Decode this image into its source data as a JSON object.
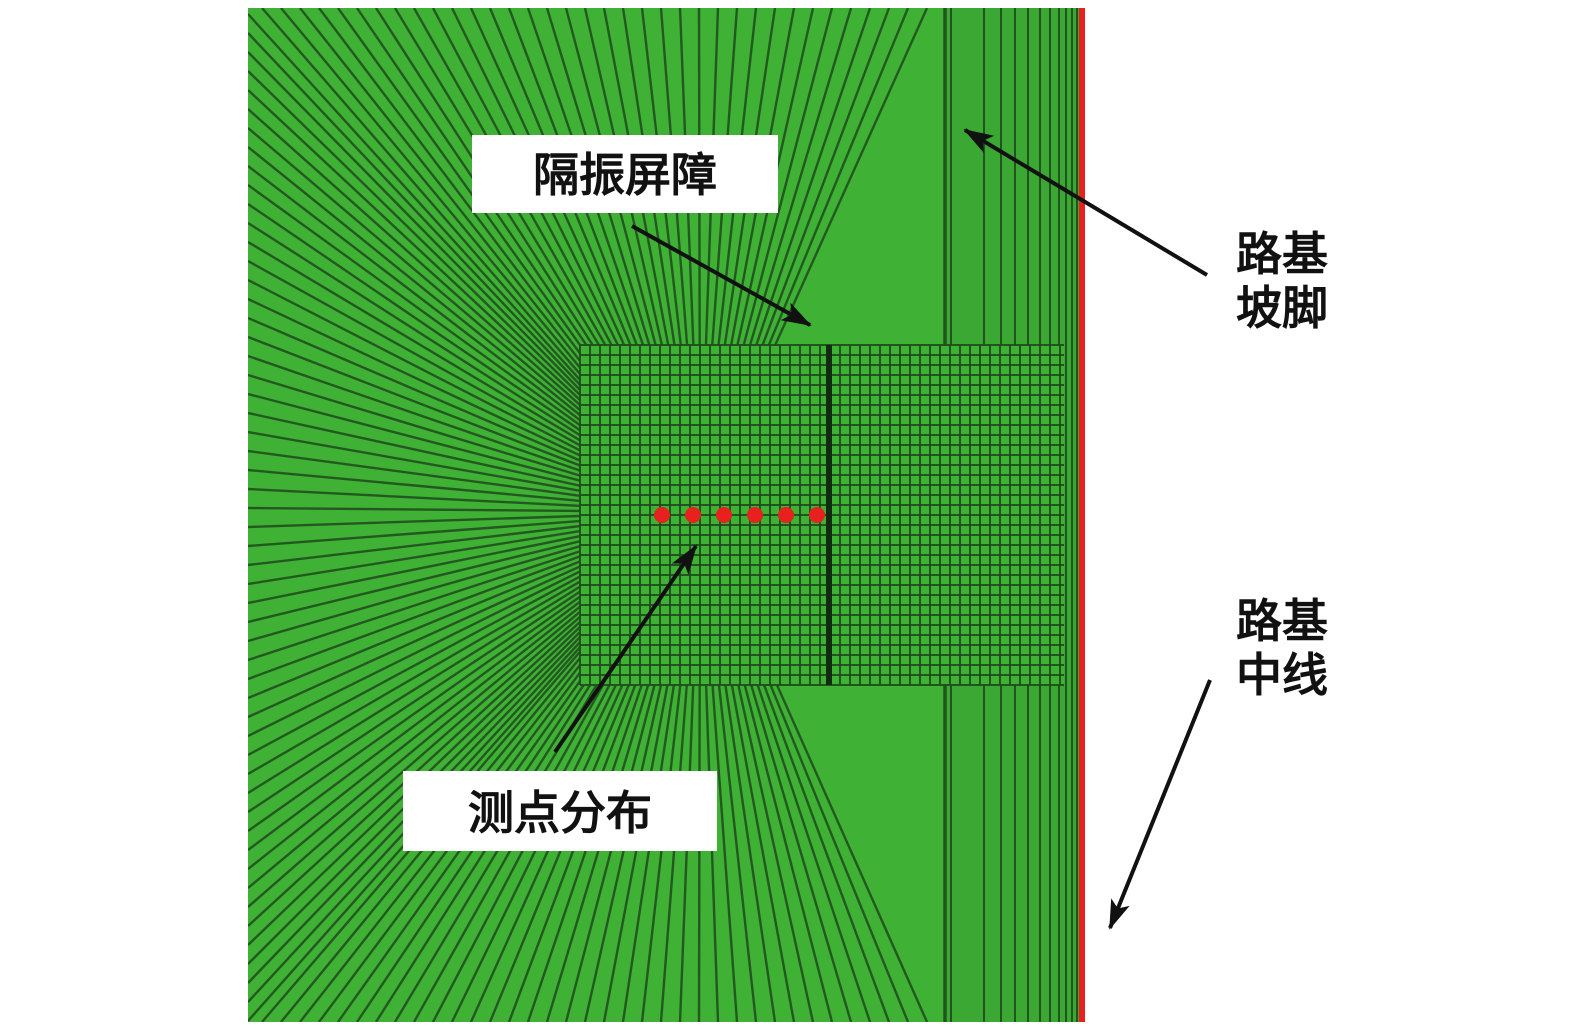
{
  "labels": {
    "barrier": "隔振屏障",
    "measure_points": "测点分布",
    "slope_toe_line1": "路基",
    "slope_toe_line2": "坡脚",
    "centerline_line1": "路基",
    "centerline_line2": "中线"
  },
  "measurement_point_count": 6,
  "colors": {
    "background": "#ffffff",
    "mesh_fill": "#3fb135",
    "mesh_line": "#1f4a1c",
    "centerline": "#e8201e",
    "measure_point": "#e8201e",
    "arrow": "#111111",
    "label_box": "#ffffff"
  }
}
